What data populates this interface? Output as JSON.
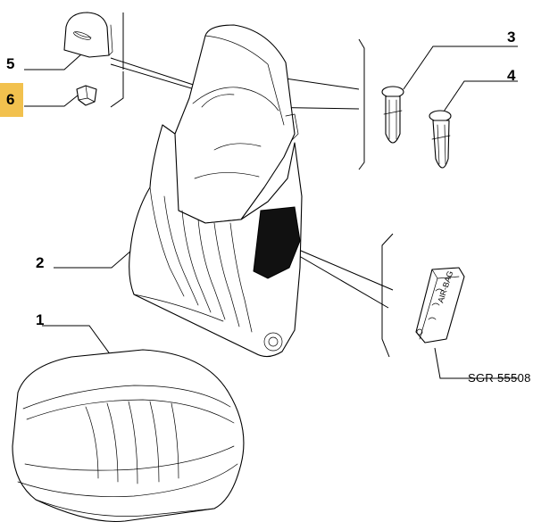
{
  "parts": [
    {
      "id": "1",
      "label": "1"
    },
    {
      "id": "2",
      "label": "2"
    },
    {
      "id": "3",
      "label": "3"
    },
    {
      "id": "4",
      "label": "4"
    },
    {
      "id": "5",
      "label": "5"
    },
    {
      "id": "6",
      "label": "6",
      "highlighted": true
    }
  ],
  "airbag_label_text": "AIR-BAG",
  "reference_code": "SGR 55508",
  "colors": {
    "highlight": "#f2c14e",
    "line": "#000000",
    "airbag_patch": "#111111"
  }
}
